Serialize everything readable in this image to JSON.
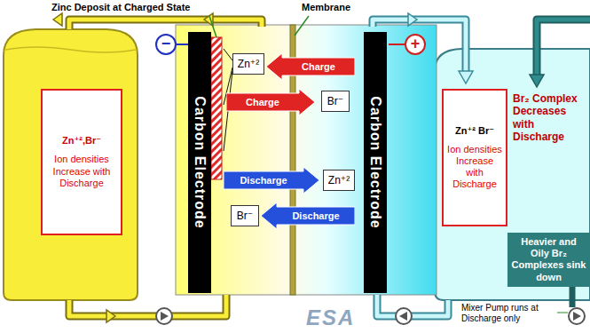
{
  "diagram": {
    "nodes": [
      {
        "text": [
          "Zn⁺²,Br⁻",
          "Ion densities Increase with Discharge"
        ]
      },
      {
        "text": [
          "−"
        ]
      },
      {
        "text": [
          "Carbon Electrode"
        ]
      },
      {
        "text": [
          "Zn⁺²"
        ]
      },
      {
        "text": [
          "Charge"
        ]
      },
      {
        "text": [
          "Charge"
        ]
      },
      {
        "text": [
          "Br⁻"
        ]
      },
      {
        "text": [
          "Discharge"
        ]
      },
      {
        "text": [
          "Zn⁺²"
        ]
      },
      {
        "text": [
          "Br⁻"
        ]
      },
      {
        "text": [
          "Discharge"
        ]
      },
      {
        "text": [
          "Carbon Electrode"
        ]
      },
      {
        "text": [
          "+"
        ]
      },
      {
        "text": [
          "Zn⁺² Br⁻",
          "Ion densities Increase with Discharge"
        ]
      },
      {
        "text": [
          "Heavier and Oily Br₂ Complexes sink down"
        ]
      }
    ],
    "labels": [
      "Zinc Deposit at Charged State",
      "Membrane",
      "Br₂ Complex Decreases with Discharge",
      "Mixer Pump runs at Discharge only",
      "ESA"
    ]
  }
}
